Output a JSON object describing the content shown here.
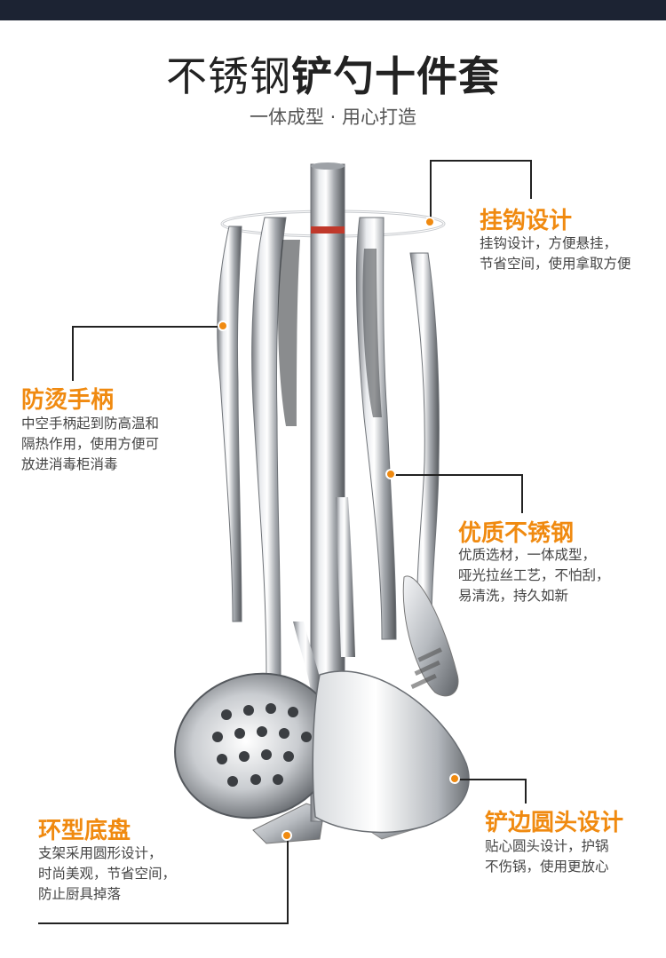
{
  "header": {
    "title_thin": "不锈钢",
    "title_bold": "铲勺十件套",
    "subtitle": "一体成型 · 用心打造"
  },
  "colors": {
    "accent": "#f08a10",
    "top_bar": "#1c2333"
  },
  "callouts": {
    "hook": {
      "title": "挂钩设计",
      "lines": [
        "挂钩设计，方便悬挂，",
        "节省空间，使用拿取方便"
      ]
    },
    "handle": {
      "title": "防烫手柄",
      "lines": [
        "中空手柄起到防高温和",
        "隔热作用，使用方便可",
        "放进消毒柜消毒"
      ]
    },
    "steel": {
      "title": "优质不锈钢",
      "lines": [
        "优质选材，一体成型，",
        "哑光拉丝工艺，不怕刮，",
        "易清洗，持久如新"
      ]
    },
    "edge": {
      "title": "铲边圆头设计",
      "lines": [
        "贴心圆头设计，护锅",
        "不伤锅，使用更放心"
      ]
    },
    "base": {
      "title": "环型底盘",
      "lines": [
        "支架采用圆形设计，",
        "时尚美观，节省空间，",
        "防止厨具掉落"
      ]
    }
  }
}
